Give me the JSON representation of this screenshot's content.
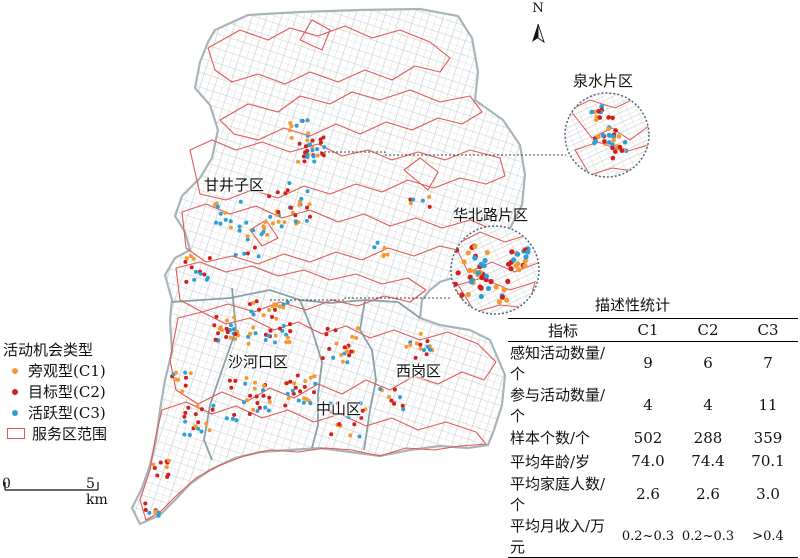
{
  "north_label": "N",
  "districts": {
    "ganjingzi": "甘井子区",
    "shahekou": "沙河口区",
    "zhongshan": "中山区",
    "xigang": "西岗区"
  },
  "insets": {
    "quanshui": "泉水片区",
    "huabeilu": "华北路片区"
  },
  "legend": {
    "title": "活动机会类型",
    "items": [
      {
        "label": "旁观型(C1)",
        "color": "#f59a32"
      },
      {
        "label": "目标型(C2)",
        "color": "#d11f1f"
      },
      {
        "label": "活跃型(C3)",
        "color": "#2e9fd6"
      }
    ],
    "boundary_label": "服务区范围",
    "boundary_color": "#e05a55"
  },
  "scale": {
    "start": "0",
    "end": "5 km"
  },
  "stats": {
    "title": "描述性统计",
    "headers": [
      "指标",
      "C1",
      "C2",
      "C3"
    ],
    "rows": [
      [
        "感知活动数量/个",
        "9",
        "6",
        "7"
      ],
      [
        "参与活动数量/个",
        "4",
        "4",
        "11"
      ],
      [
        "样本个数/个",
        "502",
        "288",
        "359"
      ],
      [
        "平均年龄/岁",
        "74.0",
        "74.4",
        "70.1"
      ],
      [
        "平均家庭人数/个",
        "2.6",
        "2.6",
        "3.0"
      ],
      [
        "平均月收入/万元",
        "0.2~0.3",
        "0.2~0.3",
        ">0.4"
      ]
    ]
  }
}
